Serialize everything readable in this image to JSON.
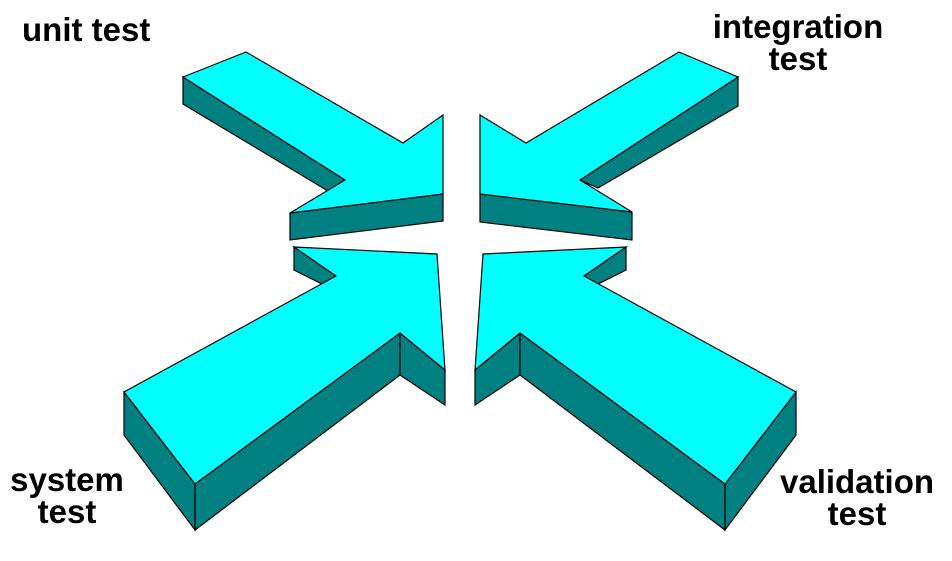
{
  "labels": {
    "unit": [
      "unit test"
    ],
    "integration": [
      "integration",
      "test"
    ],
    "system": [
      "system",
      "test"
    ],
    "validation": [
      "validation",
      "test"
    ]
  },
  "colors": {
    "arrow_top": "#00ffff",
    "arrow_side": "#008080",
    "outline": "#000000",
    "text": "#000000"
  }
}
